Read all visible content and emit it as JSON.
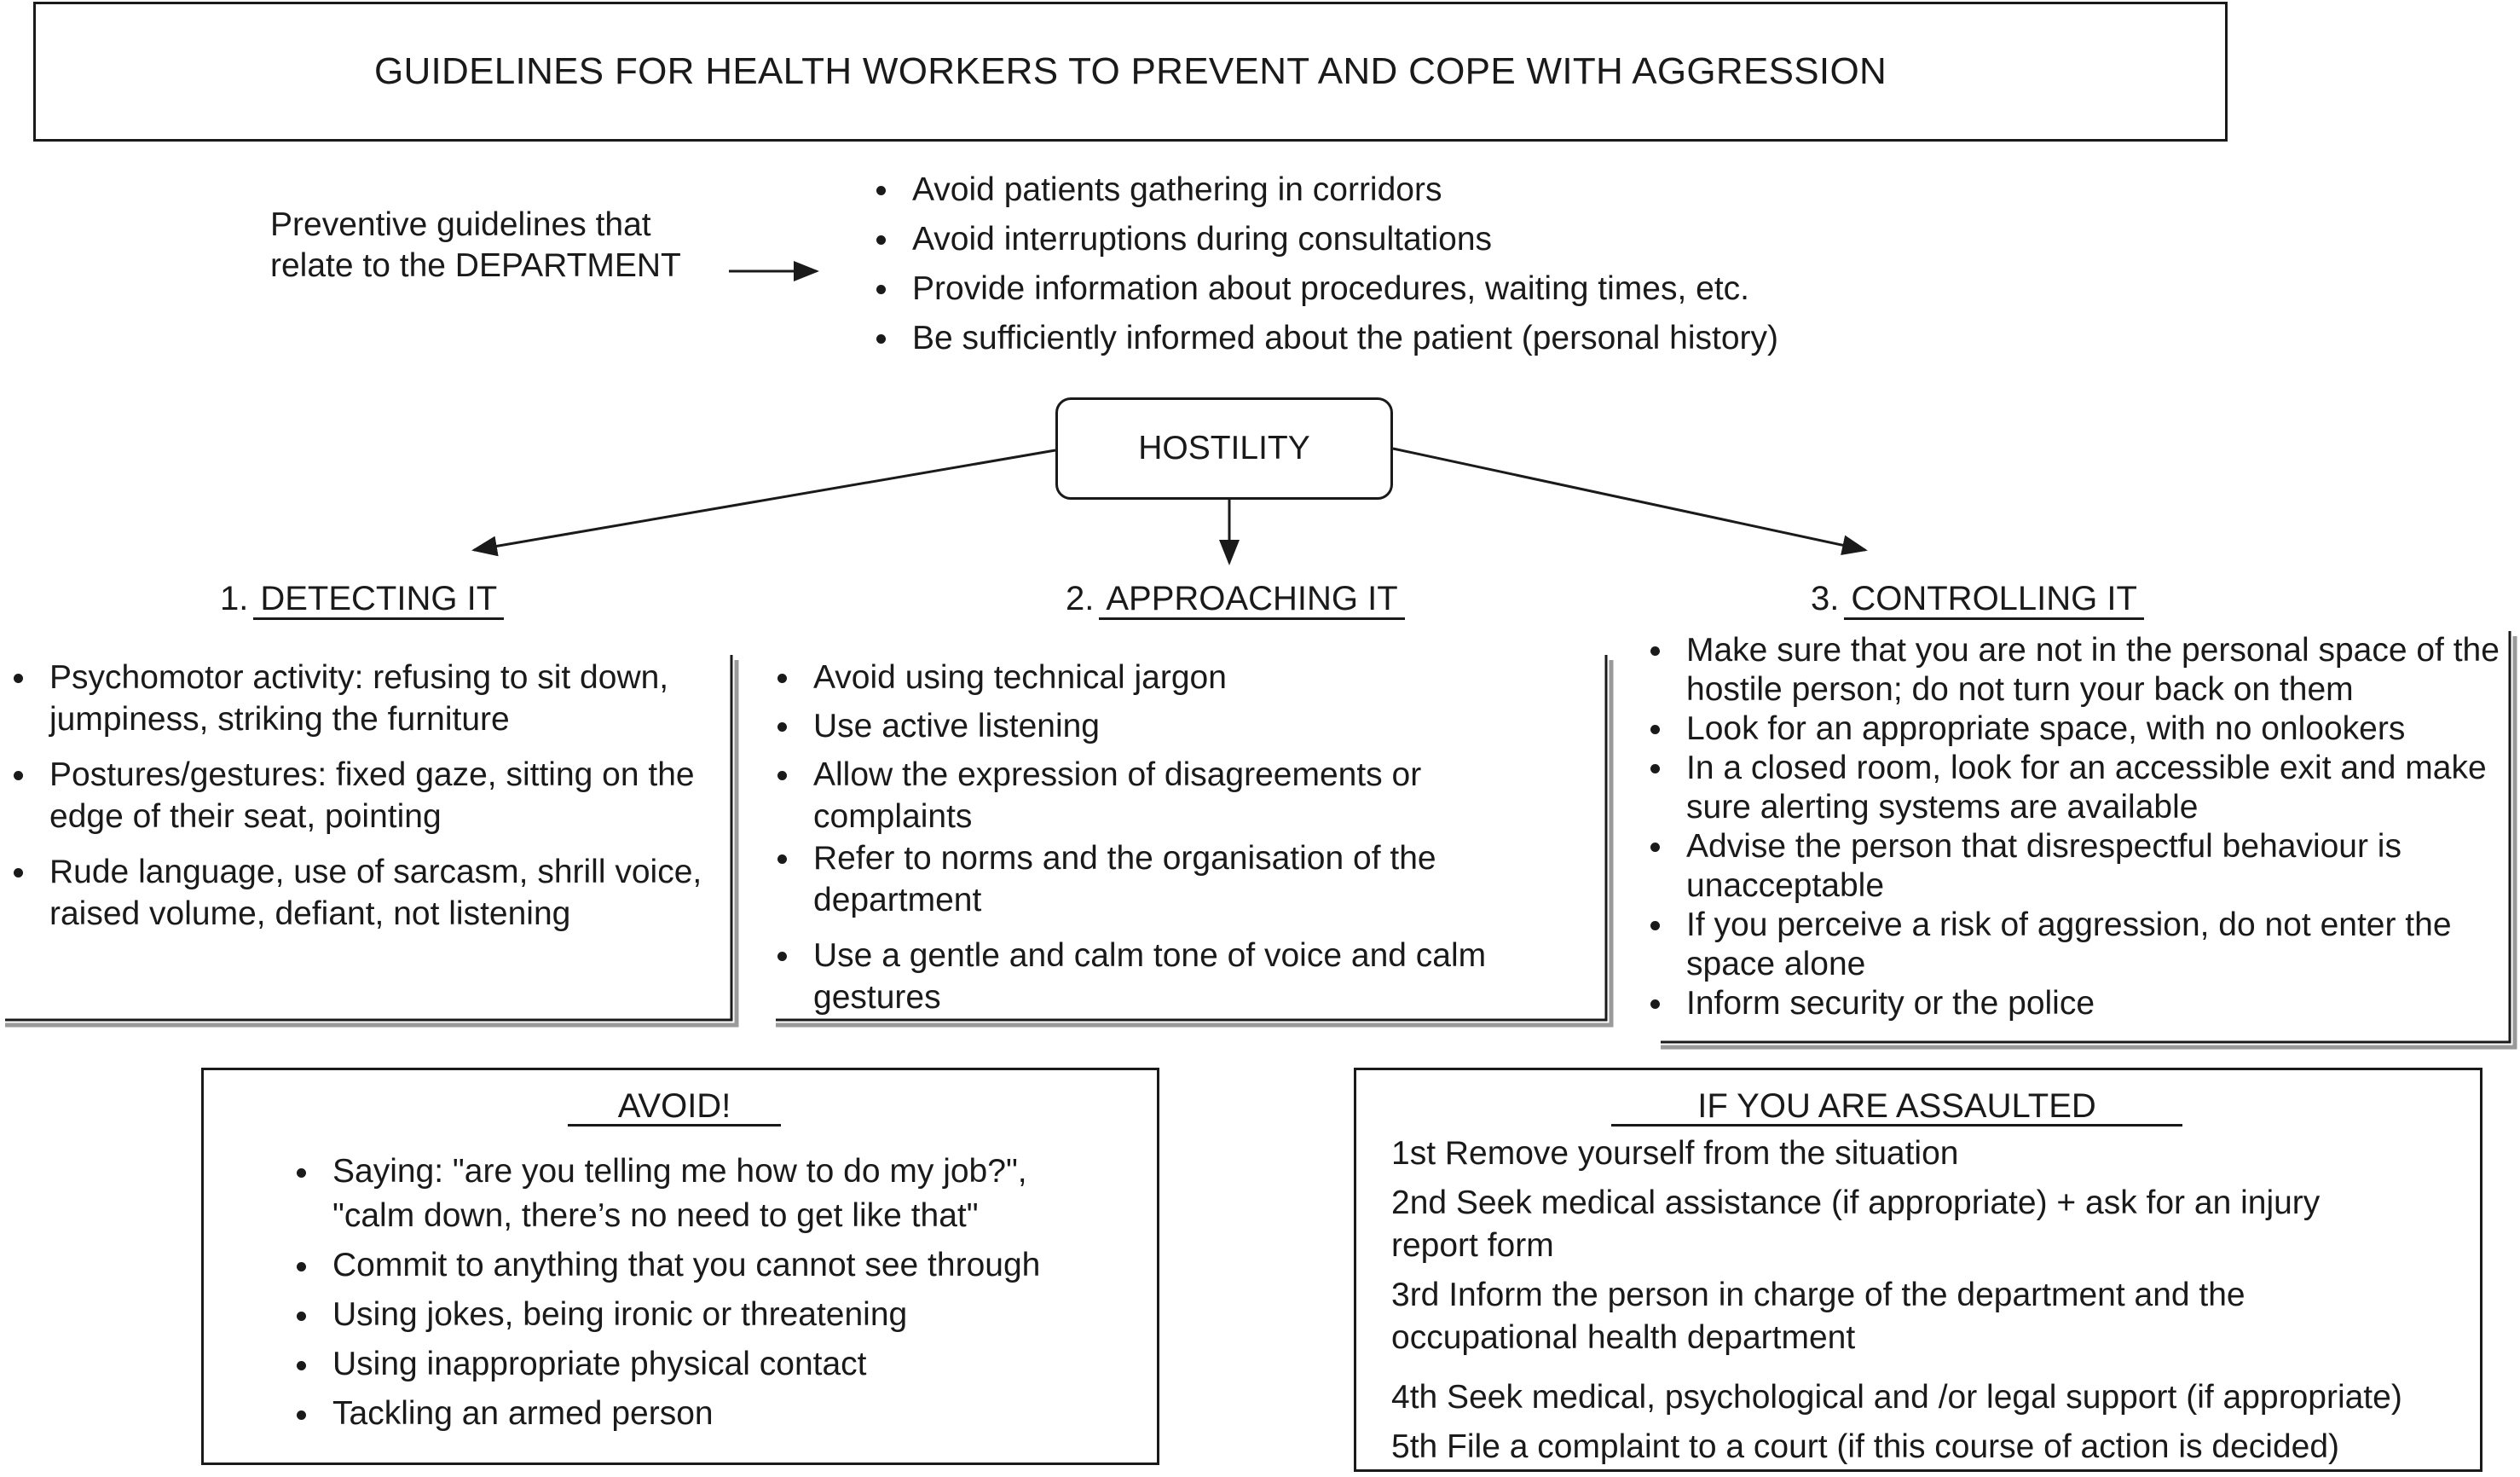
{
  "title": "GUIDELINES FOR HEALTH WORKERS TO PREVENT AND COPE WITH AGGRESSION",
  "department": {
    "label_line1": "Preventive guidelines that",
    "label_line2": "relate to the DEPARTMENT",
    "items": [
      "Avoid patients gathering in corridors",
      "Avoid interruptions during consultations",
      "Provide information about procedures, waiting times, etc.",
      "Be sufficiently informed about the patient (personal history)"
    ]
  },
  "hostility": "HOSTILITY",
  "columns": [
    {
      "number": "1.",
      "heading": "DETECTING IT",
      "items": [
        "Psychomotor activity: refusing to sit down, jumpiness, striking the furniture",
        "Postures/gestures: fixed gaze, sitting on the edge of their seat, pointing",
        "Rude language, use of sarcasm, shrill voice, raised volume, defiant, not listening"
      ]
    },
    {
      "number": "2.",
      "heading": "APPROACHING IT",
      "items": [
        "Avoid using technical jargon",
        "Use active listening",
        "Allow the expression of disagreements or complaints",
        "Refer to norms and the organisation of the department",
        "Use a gentle and calm tone of voice and calm gestures"
      ]
    },
    {
      "number": "3.",
      "heading": "CONTROLLING IT",
      "items": [
        "Make sure that you are not in the personal space of the hostile person; do not turn your back on them",
        "Look for an appropriate space, with no onlookers",
        "In a closed room, look for an accessible exit and make sure alerting systems are available",
        "Advise the person that disrespectful behaviour is unacceptable",
        "If you perceive a risk of aggression, do not enter the space alone",
        "Inform security or the police"
      ]
    }
  ],
  "avoid": {
    "heading": "AVOID!",
    "items": [
      "Saying: \"are you telling me how to do my job?\", \"calm down, there’s no need to get like that\"",
      "Commit to anything that you cannot see through",
      "Using jokes, being ironic or threatening",
      "Using inappropriate physical contact",
      "Tackling an armed person"
    ]
  },
  "assaulted": {
    "heading": "IF YOU ARE ASSAULTED",
    "steps": [
      "1st Remove yourself from the situation",
      "2nd Seek medical assistance (if appropriate) + ask for an injury report form",
      "3rd Inform the person in charge of the department and the occupational health department",
      "4th Seek medical, psychological and /or legal support (if appropriate)",
      "5th File a complaint to a court (if this course of action is decided)"
    ]
  }
}
